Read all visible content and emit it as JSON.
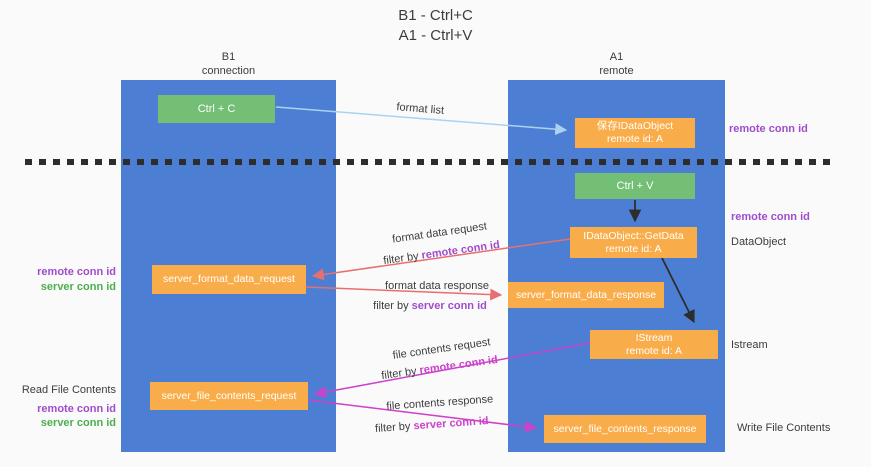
{
  "title": {
    "line1": "B1 - Ctrl+C",
    "line2": "A1 - Ctrl+V"
  },
  "columns": {
    "left": {
      "name": "B1",
      "sub": "connection"
    },
    "right": {
      "name": "A1",
      "sub": "remote"
    }
  },
  "boxes": {
    "ctrl_c": "Ctrl + C",
    "ctrl_v": "Ctrl + V",
    "save_idataobject": {
      "line1": "保存IDataObject",
      "line2": "remote id: A"
    },
    "getdata": {
      "line1": "IDataObject::GetData",
      "line2": "remote id: A"
    },
    "istream": {
      "line1": "IStream",
      "line2": "remote id: A"
    },
    "server_format_data_request": "server_format_data_request",
    "server_format_data_response": "server_format_data_response",
    "server_file_contents_request": "server_file_contents_request",
    "server_file_contents_response": "server_file_contents_response"
  },
  "side_labels": {
    "left": {
      "remote_conn_id_1": "remote conn id",
      "server_conn_id_1": "server conn id",
      "read_file_contents": "Read File Contents",
      "remote_conn_id_2": "remote conn id",
      "server_conn_id_2": "server conn id"
    },
    "right": {
      "remote_conn_id_1": "remote conn id",
      "remote_conn_id_2": "remote conn id",
      "dataobject": "DataObject",
      "istream": "Istream",
      "write_file_contents": "Write File Contents"
    }
  },
  "arrow_labels": {
    "format_list": "format list",
    "format_data_request": "format data request",
    "filter_remote_1": {
      "prefix": "filter by ",
      "emph": "remote conn id"
    },
    "format_data_response": "format data response",
    "filter_server_1": {
      "prefix": "filter by ",
      "emph": "server conn id"
    },
    "file_contents_request": "file contents request",
    "filter_remote_2": {
      "prefix": "filter by ",
      "emph": "remote conn id"
    },
    "file_contents_response": "file contents response",
    "filter_server_2": {
      "prefix": "filter by ",
      "emph": "server conn id"
    }
  },
  "colors": {
    "lane_blue": "#4c7fd3",
    "box_green": "#73bf76",
    "box_orange": "#f9ad4a",
    "arrow_light_blue": "#a9d3ef",
    "arrow_red": "#e86f70",
    "arrow_magenta": "#cb42cb",
    "arrow_black": "#2d2d2d",
    "emph_purple": "#a14ccc",
    "emph_green": "#4cae4c",
    "background": "#fafafa"
  }
}
